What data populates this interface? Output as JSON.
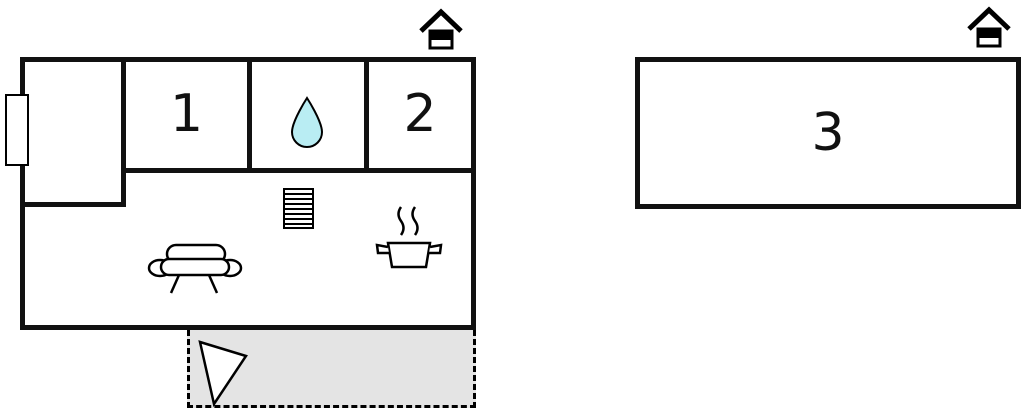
{
  "floorplan": {
    "type": "floor-plan",
    "colors": {
      "walls": "#111111",
      "background": "#ffffff",
      "water_drop": "#b9edf3",
      "terrace_fill": "#e4e4e4"
    },
    "building_main": {
      "rooms": [
        {
          "id": "room-1",
          "label": "1"
        },
        {
          "id": "bathroom",
          "label": "",
          "icon": "water-drop-icon"
        },
        {
          "id": "room-2",
          "label": "2"
        },
        {
          "id": "entry-room",
          "label": ""
        },
        {
          "id": "living-area",
          "label": "",
          "icons": [
            "stairs-icon",
            "sofa-icon",
            "stove-icon"
          ]
        }
      ],
      "entrance_icon": "house-entrance-icon",
      "window": "window-symbol"
    },
    "building_annex": {
      "rooms": [
        {
          "id": "room-3",
          "label": "3"
        }
      ],
      "entrance_icon": "house-entrance-icon"
    },
    "terrace": {
      "id": "terrace",
      "border_style": "dashed",
      "fill": "#e4e4e4",
      "icon": "terrace-arrow-icon"
    }
  }
}
